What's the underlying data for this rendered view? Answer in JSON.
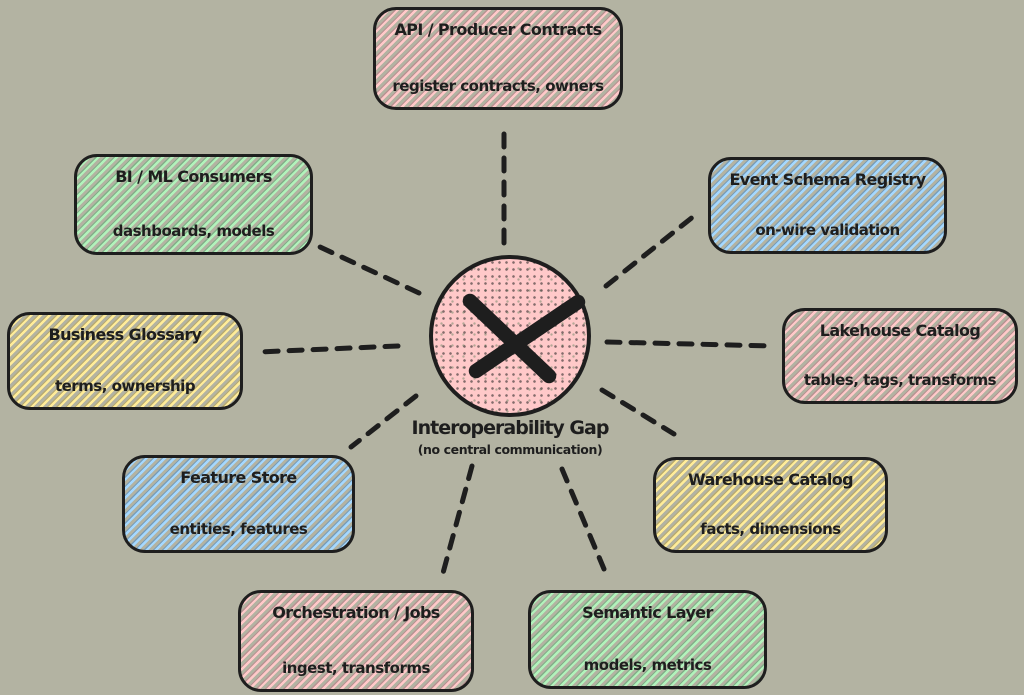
{
  "colors": {
    "background": "#b3b3a2",
    "stroke": "#1e1e1e",
    "pink": "#ffc9c9",
    "green": "#b2f2bb",
    "blue": "#a5d8ff",
    "yellow": "#ffec99"
  },
  "center": {
    "label": "Interoperability Gap",
    "sublabel": "(no central communication)",
    "symbol": "X"
  },
  "nodes": [
    {
      "title": "API / Producer Contracts",
      "subtitle": "register contracts, owners",
      "color": "pink"
    },
    {
      "title": "BI / ML Consumers",
      "subtitle": "dashboards, models",
      "color": "green"
    },
    {
      "title": "Event Schema Registry",
      "subtitle": "on-wire validation",
      "color": "blue"
    },
    {
      "title": "Business Glossary",
      "subtitle": "terms, ownership",
      "color": "yellow"
    },
    {
      "title": "Lakehouse Catalog",
      "subtitle": "tables, tags, transforms",
      "color": "pink"
    },
    {
      "title": "Feature Store",
      "subtitle": "entities, features",
      "color": "blue"
    },
    {
      "title": "Warehouse Catalog",
      "subtitle": "facts, dimensions",
      "color": "yellow"
    },
    {
      "title": "Orchestration / Jobs",
      "subtitle": "ingest, transforms",
      "color": "pink"
    },
    {
      "title": "Semantic Layer",
      "subtitle": "models, metrics",
      "color": "green"
    }
  ]
}
